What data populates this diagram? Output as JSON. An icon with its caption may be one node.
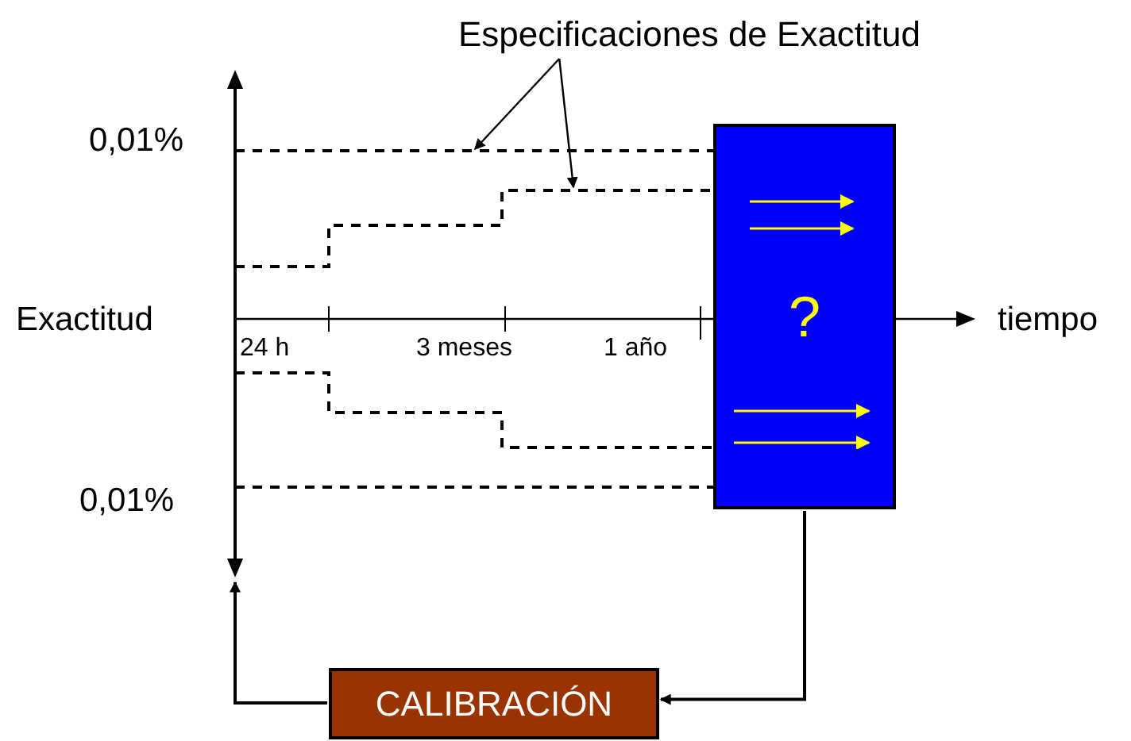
{
  "diagram": {
    "nodes": [
      {
        "text": [
          "Especificaciones de Exactitud"
        ]
      },
      {
        "text": [
          "?"
        ]
      },
      {
        "text": [
          "CALIBRACIÓN"
        ]
      }
    ],
    "edges": [
      {
        "from": 0,
        "to": null,
        "arrow": "to"
      },
      {
        "from": 0,
        "to": null,
        "arrow": "to"
      },
      {
        "from": 1,
        "to": 2,
        "arrow": "to"
      },
      {
        "from": 2,
        "to": null,
        "arrow": "to"
      }
    ],
    "labels": [
      "0,01%",
      "Exactitud",
      "24 h",
      "3 meses",
      "1 año",
      "tiempo",
      "0,01%"
    ]
  }
}
